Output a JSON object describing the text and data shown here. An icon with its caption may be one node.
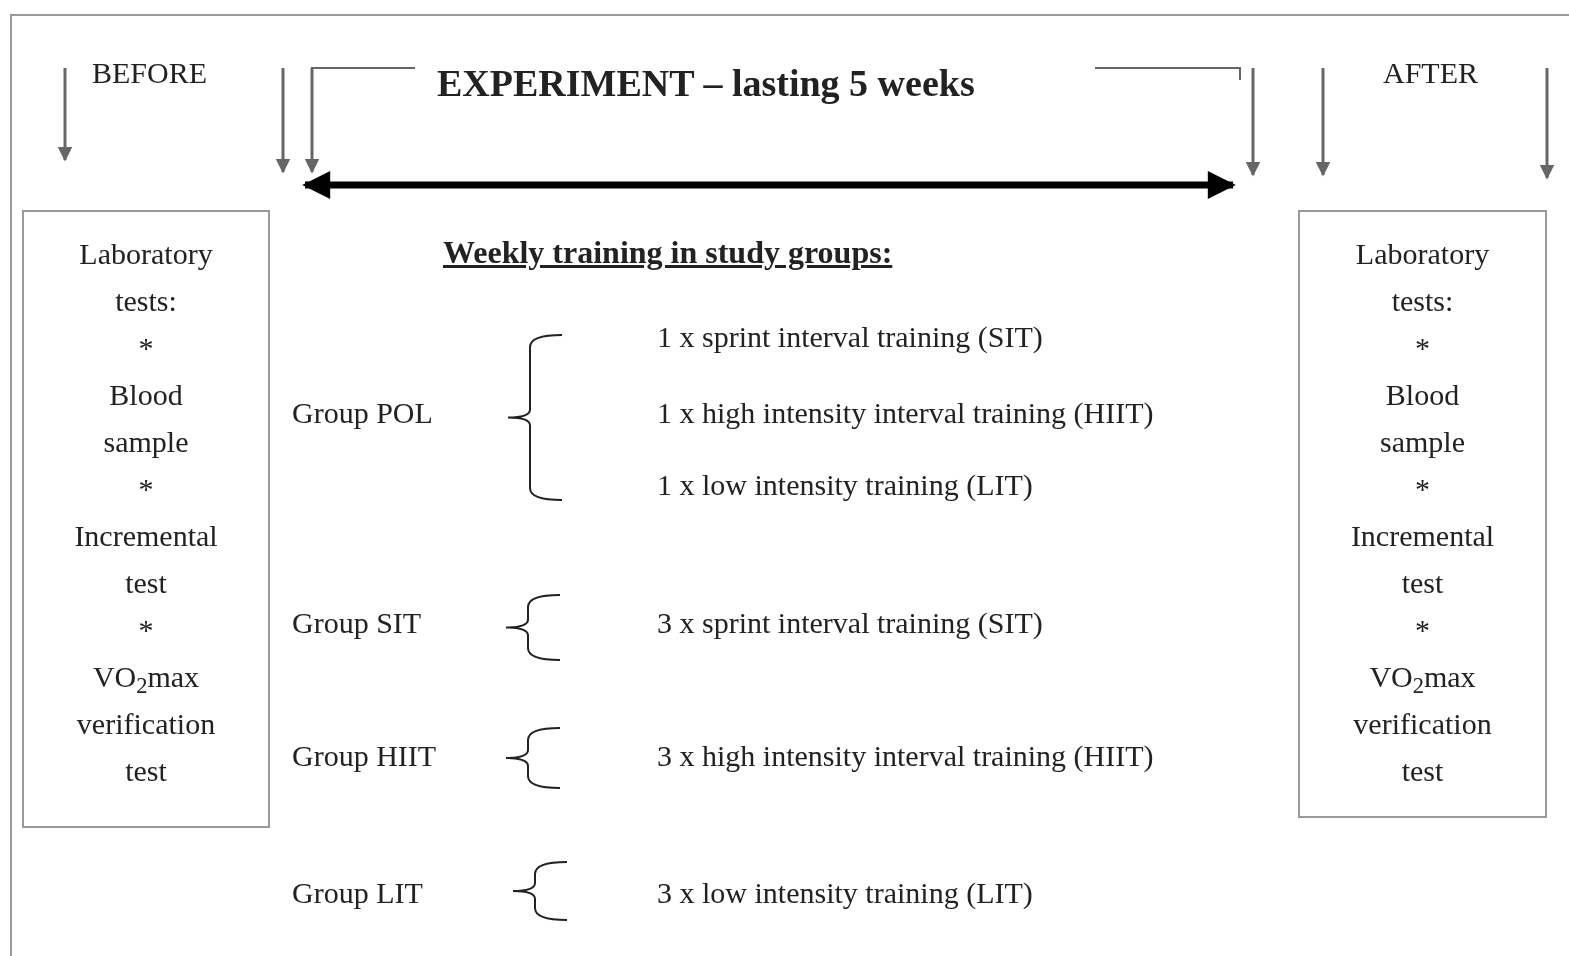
{
  "diagram": {
    "title": "EXPERIMENT – lasting 5 weeks",
    "nodes": [
      {
        "text": [
          "Laboratory tests:",
          "*",
          "Blood sample",
          "*",
          "Incremental test",
          "*",
          "VO$_{2}$max verification test"
        ]
      },
      {
        "text": [
          "Laboratory tests:",
          "*",
          "Blood sample",
          "*",
          "Incremental test",
          "*",
          "VO$_{2}$max verification test"
        ]
      }
    ],
    "labels": [
      "BEFORE",
      "AFTER",
      "Weekly training in study groups:",
      "Group POL",
      "1 x sprint interval training (SIT)",
      "1 x high intensity interval training (HIIT)",
      "1 x low intensity training (LIT)",
      "Group SIT",
      "3 x sprint interval training (SIT)",
      "Group HIIT",
      "3 x high intensity interval training (HIIT)",
      "Group LIT",
      "3 x low intensity training (LIT)"
    ]
  }
}
